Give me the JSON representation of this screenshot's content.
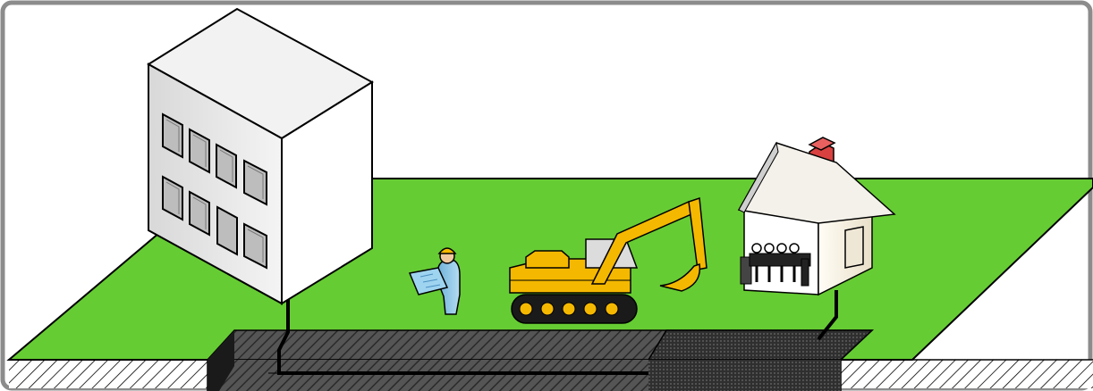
{
  "scene": {
    "elements": [
      {
        "id": "office-building",
        "icon": "office-building-icon"
      },
      {
        "id": "surveyor",
        "icon": "surveyor-with-blueprint-icon"
      },
      {
        "id": "excavator",
        "icon": "excavator-icon"
      },
      {
        "id": "house",
        "icon": "house-icon"
      },
      {
        "id": "utility-meters",
        "icon": "meter-bank-icon"
      },
      {
        "id": "trench",
        "icon": "utility-trench-icon"
      },
      {
        "id": "cable-building",
        "icon": "service-cable-icon"
      },
      {
        "id": "cable-house",
        "icon": "service-cable-icon"
      }
    ]
  },
  "colors": {
    "grass": "#66cc33",
    "outline": "#000000",
    "building_front": "#e6e6e6",
    "building_side": "#ffffff",
    "building_top": "#f2f2f2",
    "excavator": "#f5b800",
    "tracks": "#1a1a1a",
    "trench_dark": "#3a3a3a",
    "trench_light": "#6b6b6b",
    "chimney": "#d94040",
    "worker": "#8fc8e8",
    "frame": "#8c8c8c"
  }
}
